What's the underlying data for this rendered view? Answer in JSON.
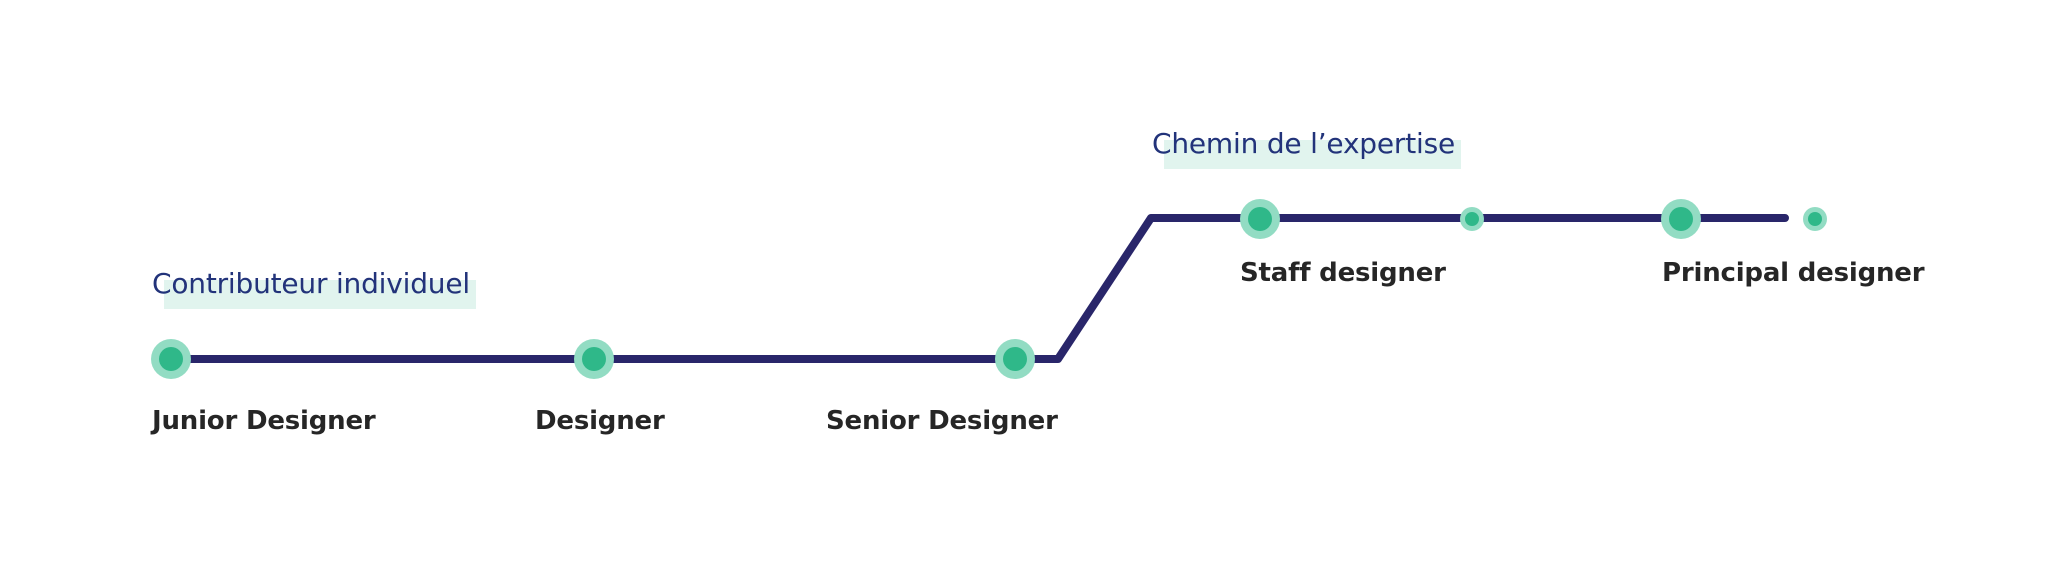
{
  "diagram": {
    "colors": {
      "track": "#29266a",
      "node_halo": "#92dcc3",
      "node_core": "#2fb889",
      "section_text": "#22337a",
      "section_highlight": "#e1f4ee",
      "milestone_text": "#262626"
    },
    "sections": [
      {
        "id": "ic",
        "label": "Contributeur individuel"
      },
      {
        "id": "expert",
        "label": "Chemin de l’expertise"
      }
    ],
    "milestones": [
      {
        "id": "junior",
        "label": "Junior Designer",
        "size": "large"
      },
      {
        "id": "designer",
        "label": "Designer",
        "size": "large"
      },
      {
        "id": "senior",
        "label": "Senior Designer",
        "size": "large"
      },
      {
        "id": "staff",
        "label": "Staff designer",
        "size": "large"
      },
      {
        "id": "intermediate",
        "label": "",
        "size": "small"
      },
      {
        "id": "principal",
        "label": "Principal designer",
        "size": "large"
      },
      {
        "id": "next",
        "label": "",
        "size": "small"
      }
    ]
  }
}
